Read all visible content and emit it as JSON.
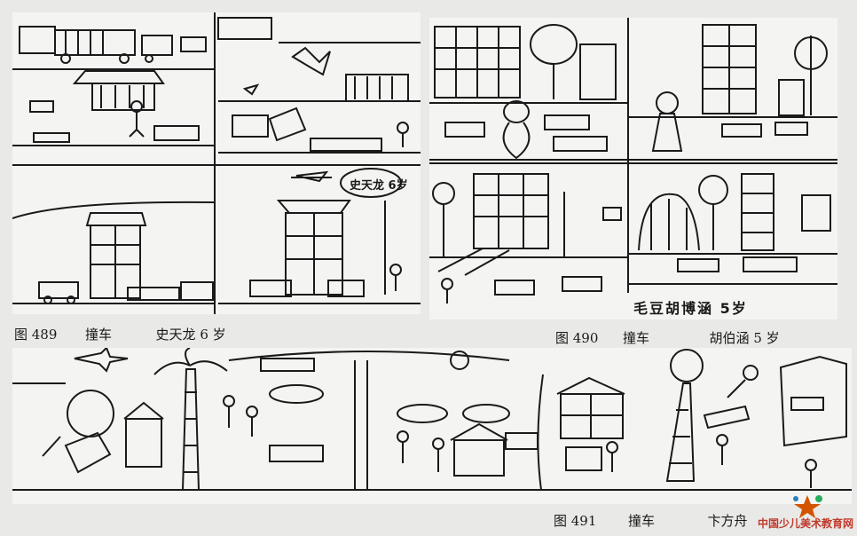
{
  "figures": [
    {
      "number": "图 489",
      "title": "撞车",
      "artist": "史天龙 6 岁"
    },
    {
      "number": "图 490",
      "title": "撞车",
      "artist": "胡伯涵 5 岁"
    },
    {
      "number": "图 491",
      "title": "撞车",
      "artist": "卞方舟"
    }
  ],
  "drawing_text": {
    "speech_bubble": "史天龙 6岁",
    "signature": "毛豆胡博涵 5岁"
  },
  "watermark": "中国少儿美术教育网",
  "colors": {
    "paper": "#e9e9e7",
    "ink": "#1a1a1a",
    "watermark": "#c0392b"
  }
}
